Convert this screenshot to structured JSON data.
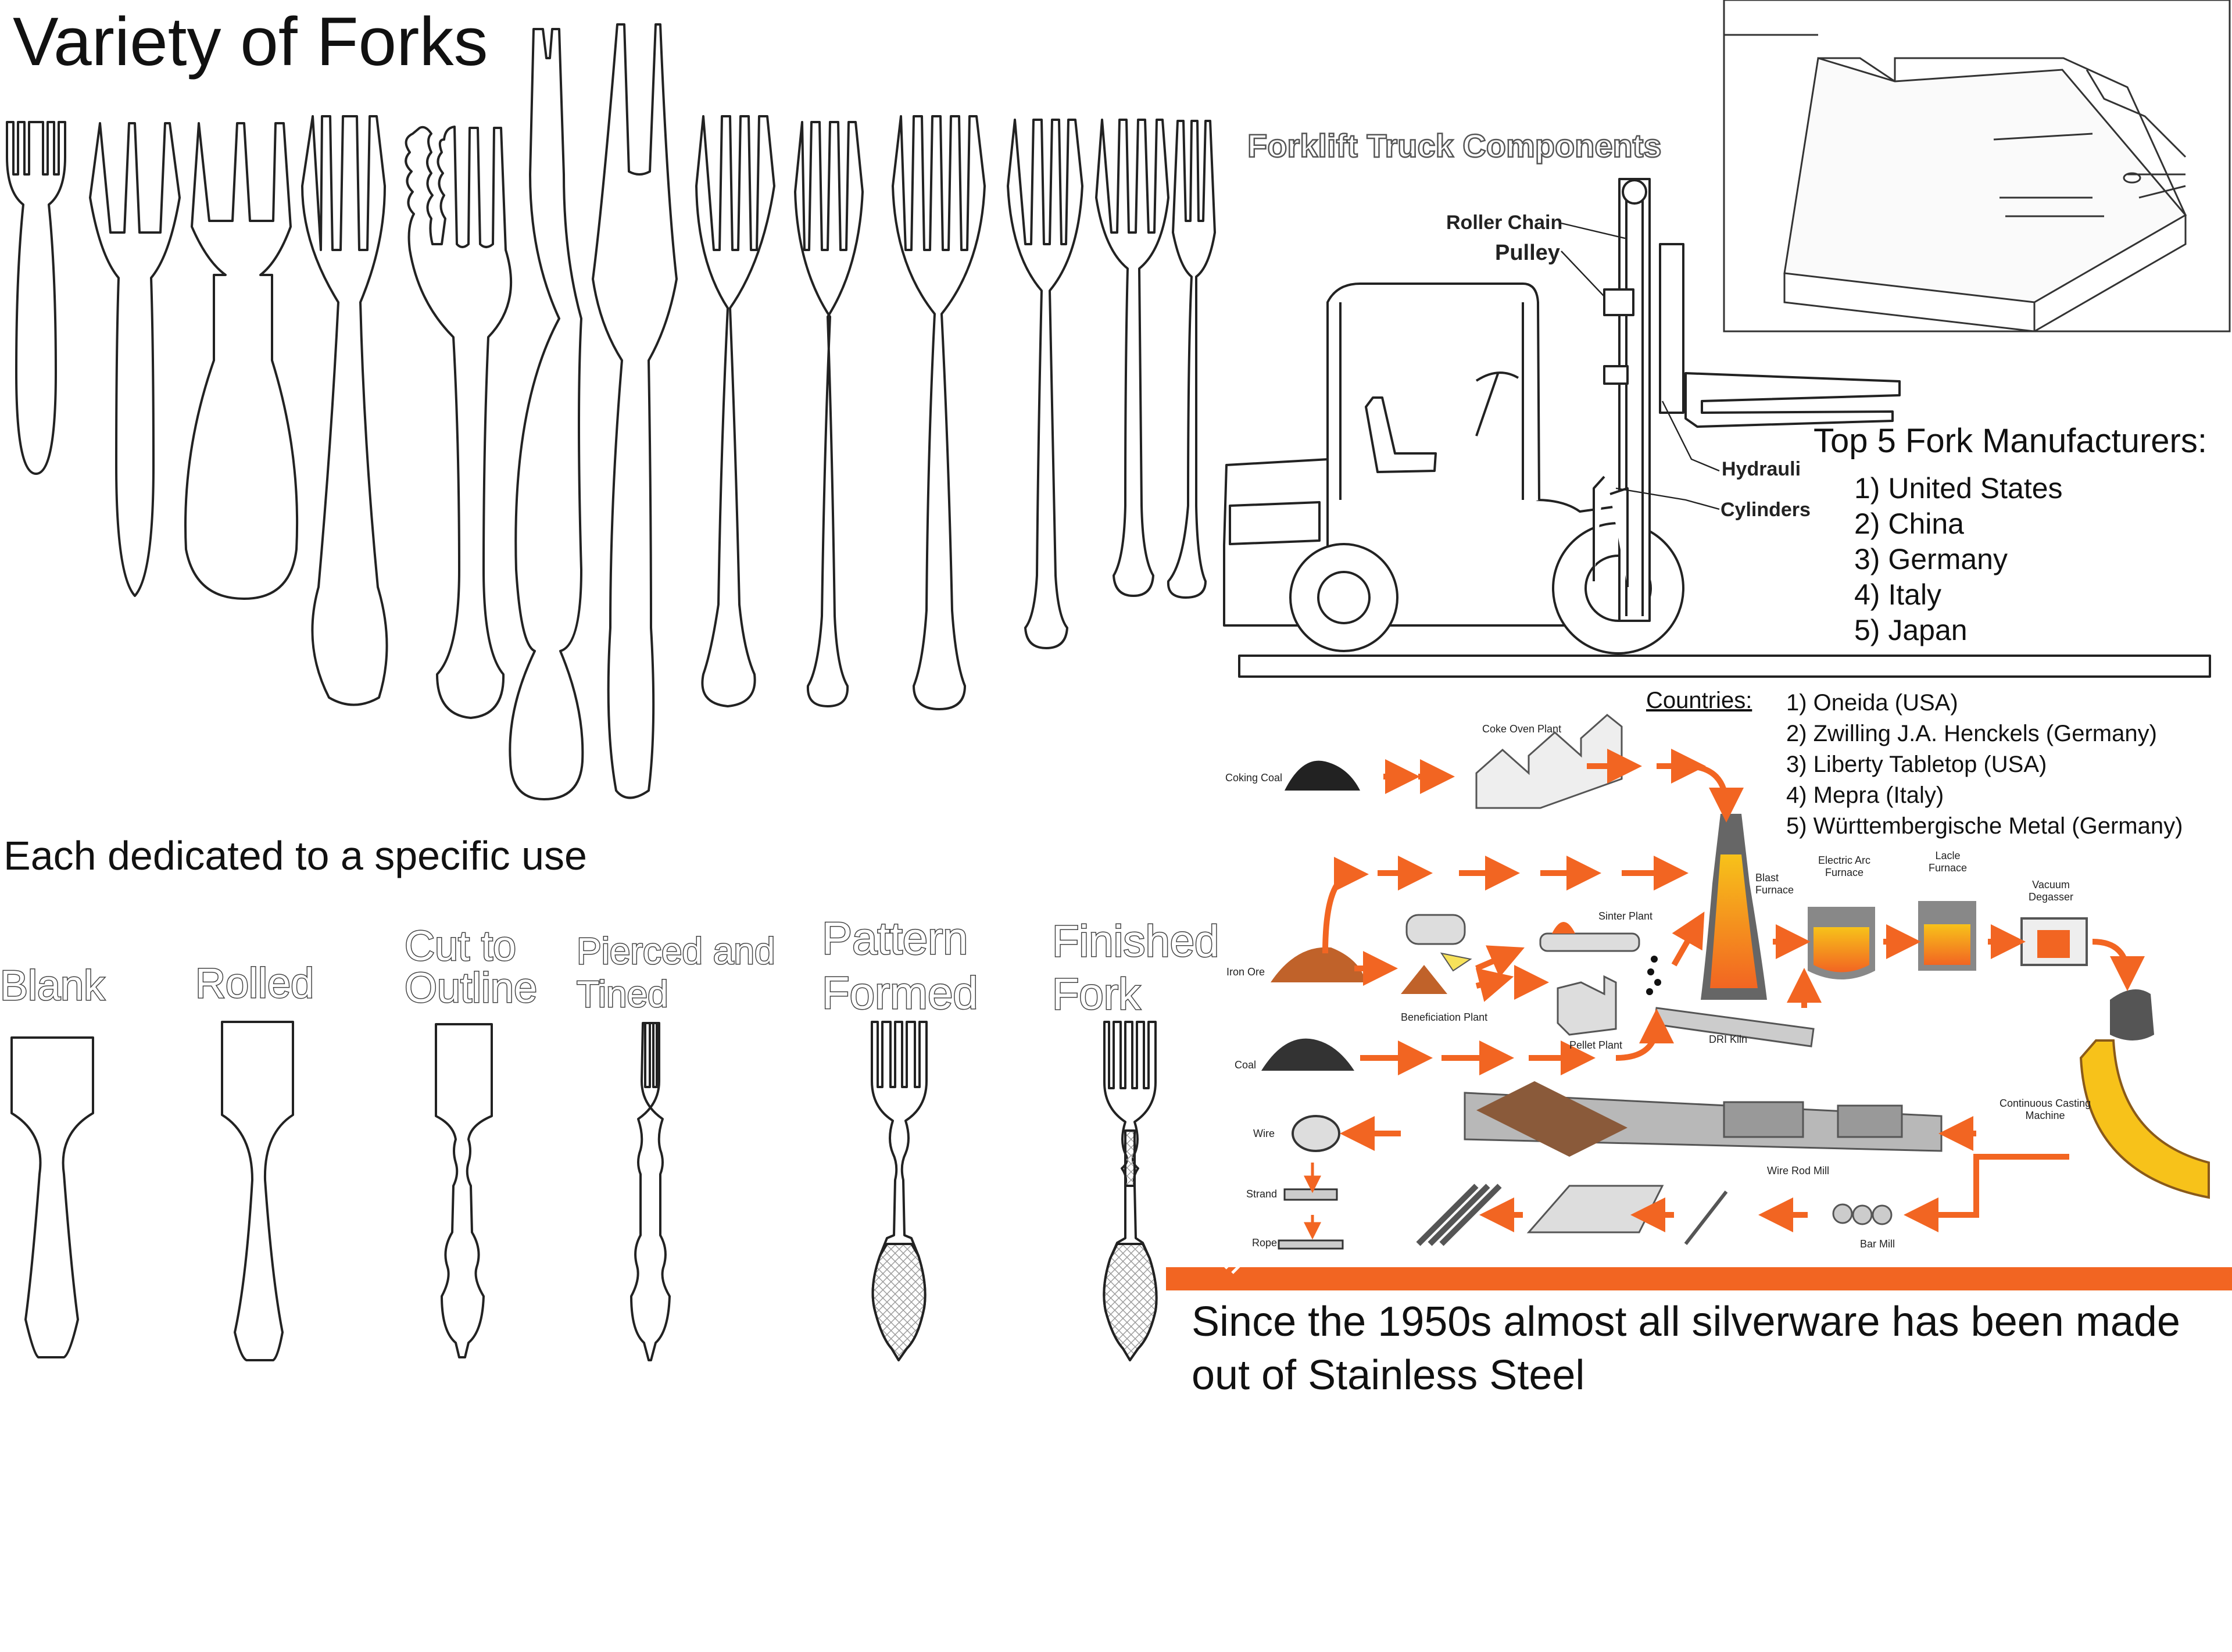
{
  "header": {
    "title": "Variety of Forks"
  },
  "caption": {
    "each_use": "Each dedicated to a specific use"
  },
  "stages": [
    {
      "label": "Blank"
    },
    {
      "label": "Rolled"
    },
    {
      "label": "Cut to\nOutline"
    },
    {
      "label": "Pierced and\nTined"
    },
    {
      "label": "Pattern\nFormed"
    },
    {
      "label": "Finished\nFork"
    }
  ],
  "forklift": {
    "title": "Forklift Truck Components",
    "labels": {
      "roller_chain": "Roller Chain",
      "pulley": "Pulley",
      "hydrauli": "Hydrauli",
      "cylinders": "Cylinders"
    }
  },
  "top_countries": {
    "title": "Top 5 Fork Manufacturers:",
    "items": [
      "1) United States",
      "2) China",
      "3) Germany",
      "4) Italy",
      "5) Japan"
    ]
  },
  "manufacturers": {
    "heading": "Countries:",
    "items": [
      "1) Oneida (USA)",
      "2) Zwilling J.A. Henckels (Germany)",
      "3) Liberty Tabletop (USA)",
      "4) Mepra (Italy)",
      "5) Württembergische Metal (Germany)"
    ]
  },
  "process": {
    "coking_coal": "Coking Coal",
    "coke_oven": "Coke Oven Plant",
    "iron_ore": "Iron Ore",
    "coal": "Coal",
    "beneficiation": "Beneficiation Plant",
    "sinter": "Sinter Plant",
    "pellet": "Pellet  Plant",
    "dri": "DRI Kiln",
    "blast": "Blast\nFurnace",
    "eaf": "Electric Arc\nFurnace",
    "ladle": "Lacle\nFurnace",
    "vacuum": "Vacuum\nDegasser",
    "casting": "Continuous Casting\nMachine",
    "wire_rod": "Wire Rod Mill",
    "bar_mill": "Bar Mill",
    "wire": "Wire",
    "strand": "Strand",
    "rope": "Rope"
  },
  "colors": {
    "accent": "#f26522",
    "outline": "#222222"
  },
  "footer": {
    "text": "Since the 1950s almost all silverware has been made out of Stainless Steel"
  }
}
